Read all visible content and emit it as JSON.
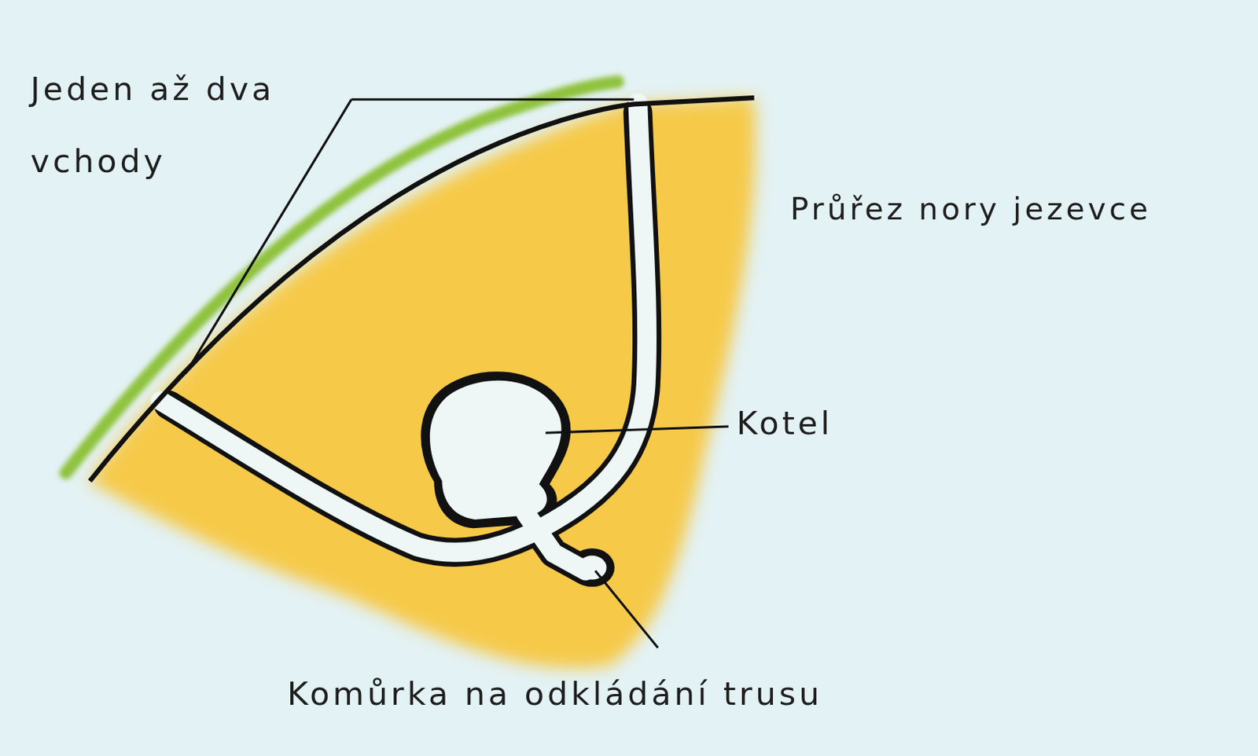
{
  "diagram": {
    "title": "Průřez nory jezevce",
    "labels": [
      "Jeden až dva vchody",
      "Kotel",
      "Komůrka na odkládání trusu"
    ]
  }
}
